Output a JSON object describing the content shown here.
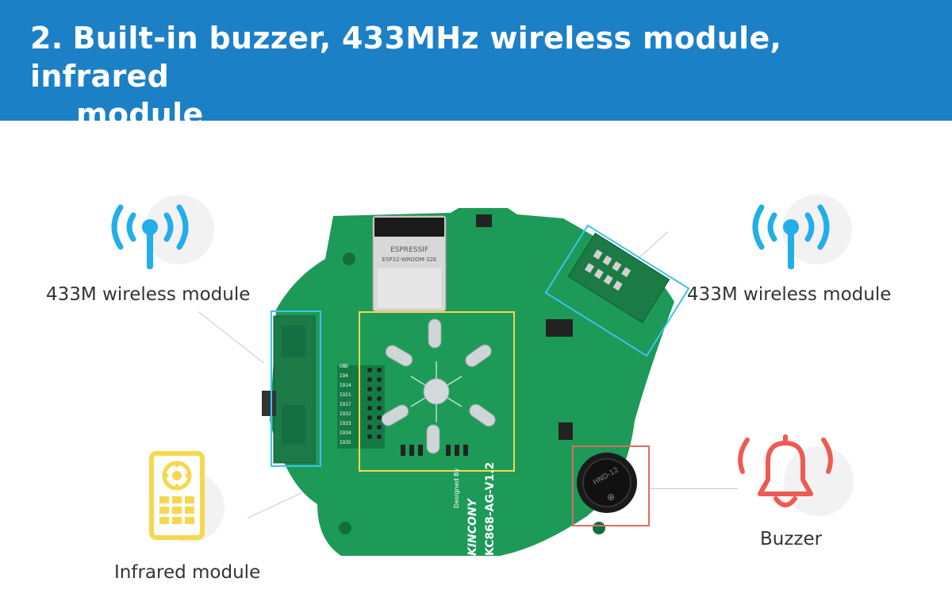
{
  "header": {
    "number": "2.",
    "title_line1": "Built-in buzzer, 433MHz wireless module, infrared",
    "title_line2": "module",
    "background": "#1c80c6"
  },
  "callouts": {
    "left_wireless": {
      "label": "433M wireless module",
      "icon": "wifi-antenna-icon",
      "color": "#22aeea"
    },
    "right_wireless": {
      "label": "433M wireless module",
      "icon": "wifi-antenna-icon",
      "color": "#22aeea"
    },
    "infrared": {
      "label": "Infrared module",
      "icon": "remote-control-icon",
      "color": "#f5d84e"
    },
    "buzzer": {
      "label": "Buzzer",
      "icon": "bell-icon",
      "color": "#ee5a52"
    }
  },
  "board": {
    "chip_brand": "ESPRESSIF",
    "chip_model": "ESP32-WROOM-32E",
    "silk_model": "KC868-AG-V1.2",
    "silk_designed": "Designed By",
    "silk_brand": "KINCONY",
    "buzzer_mark": "HND-12",
    "pin_labels": [
      "GND",
      "IO4",
      "IO14",
      "IO21",
      "IO17",
      "IO32",
      "IO33",
      "IO34",
      "IO35"
    ],
    "board_color": "#1d9a58"
  }
}
